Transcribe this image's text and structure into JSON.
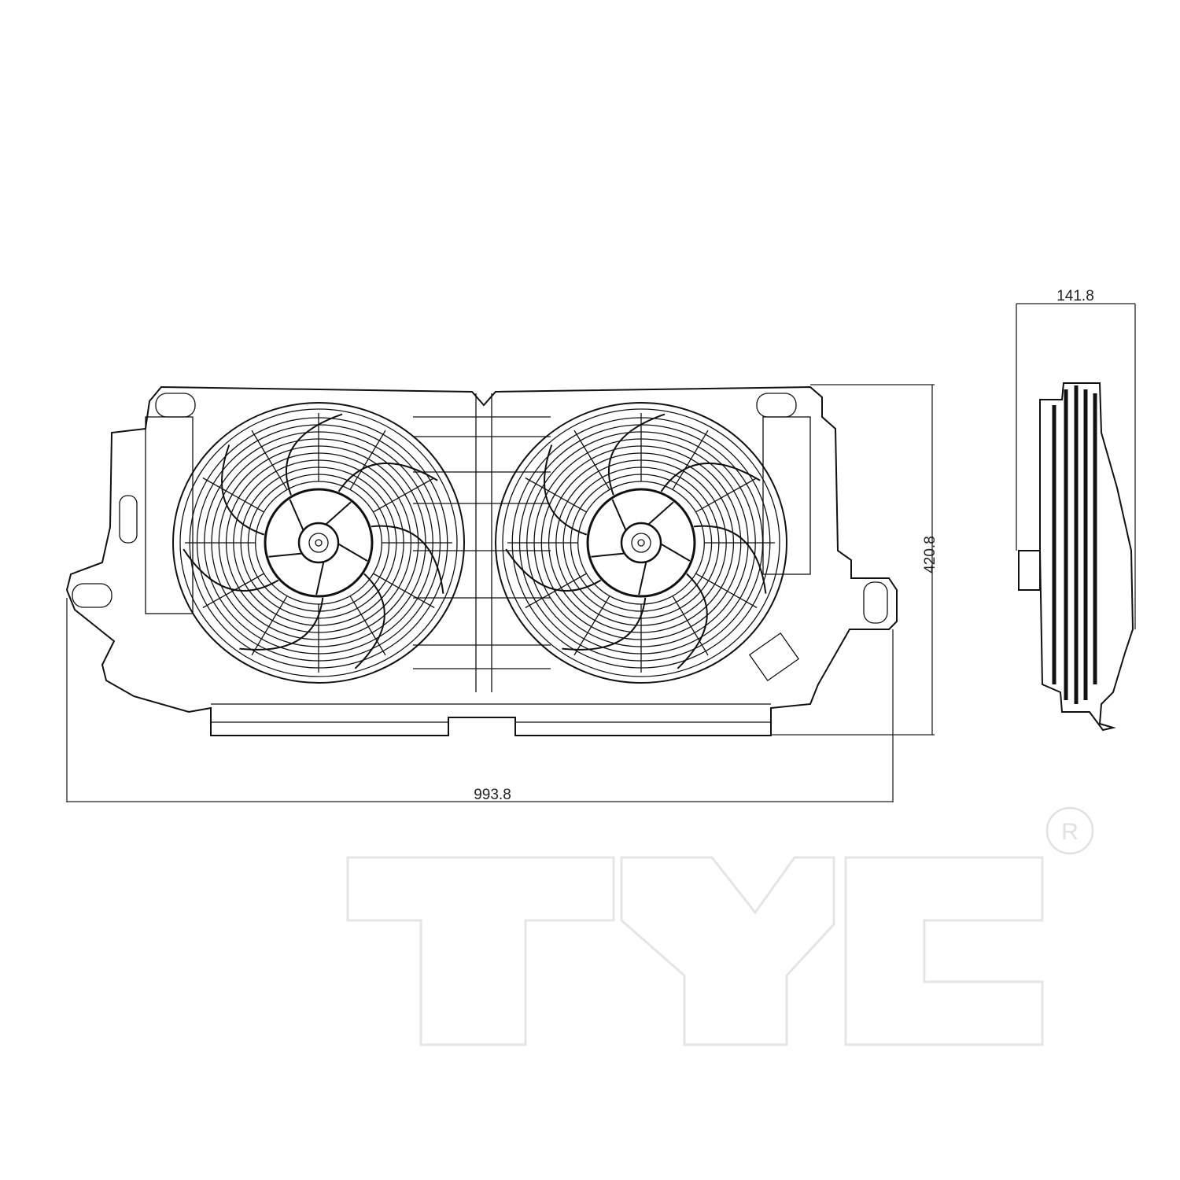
{
  "dimensions": {
    "width": "993.8",
    "height": "420.8",
    "depth": "141.8"
  },
  "logo": {
    "text": "TYC",
    "registered_mark": "R",
    "color": "#e4e4e4"
  },
  "drawing": {
    "views": [
      "front",
      "side"
    ],
    "fan_count": 2,
    "line_color": "#111111"
  }
}
